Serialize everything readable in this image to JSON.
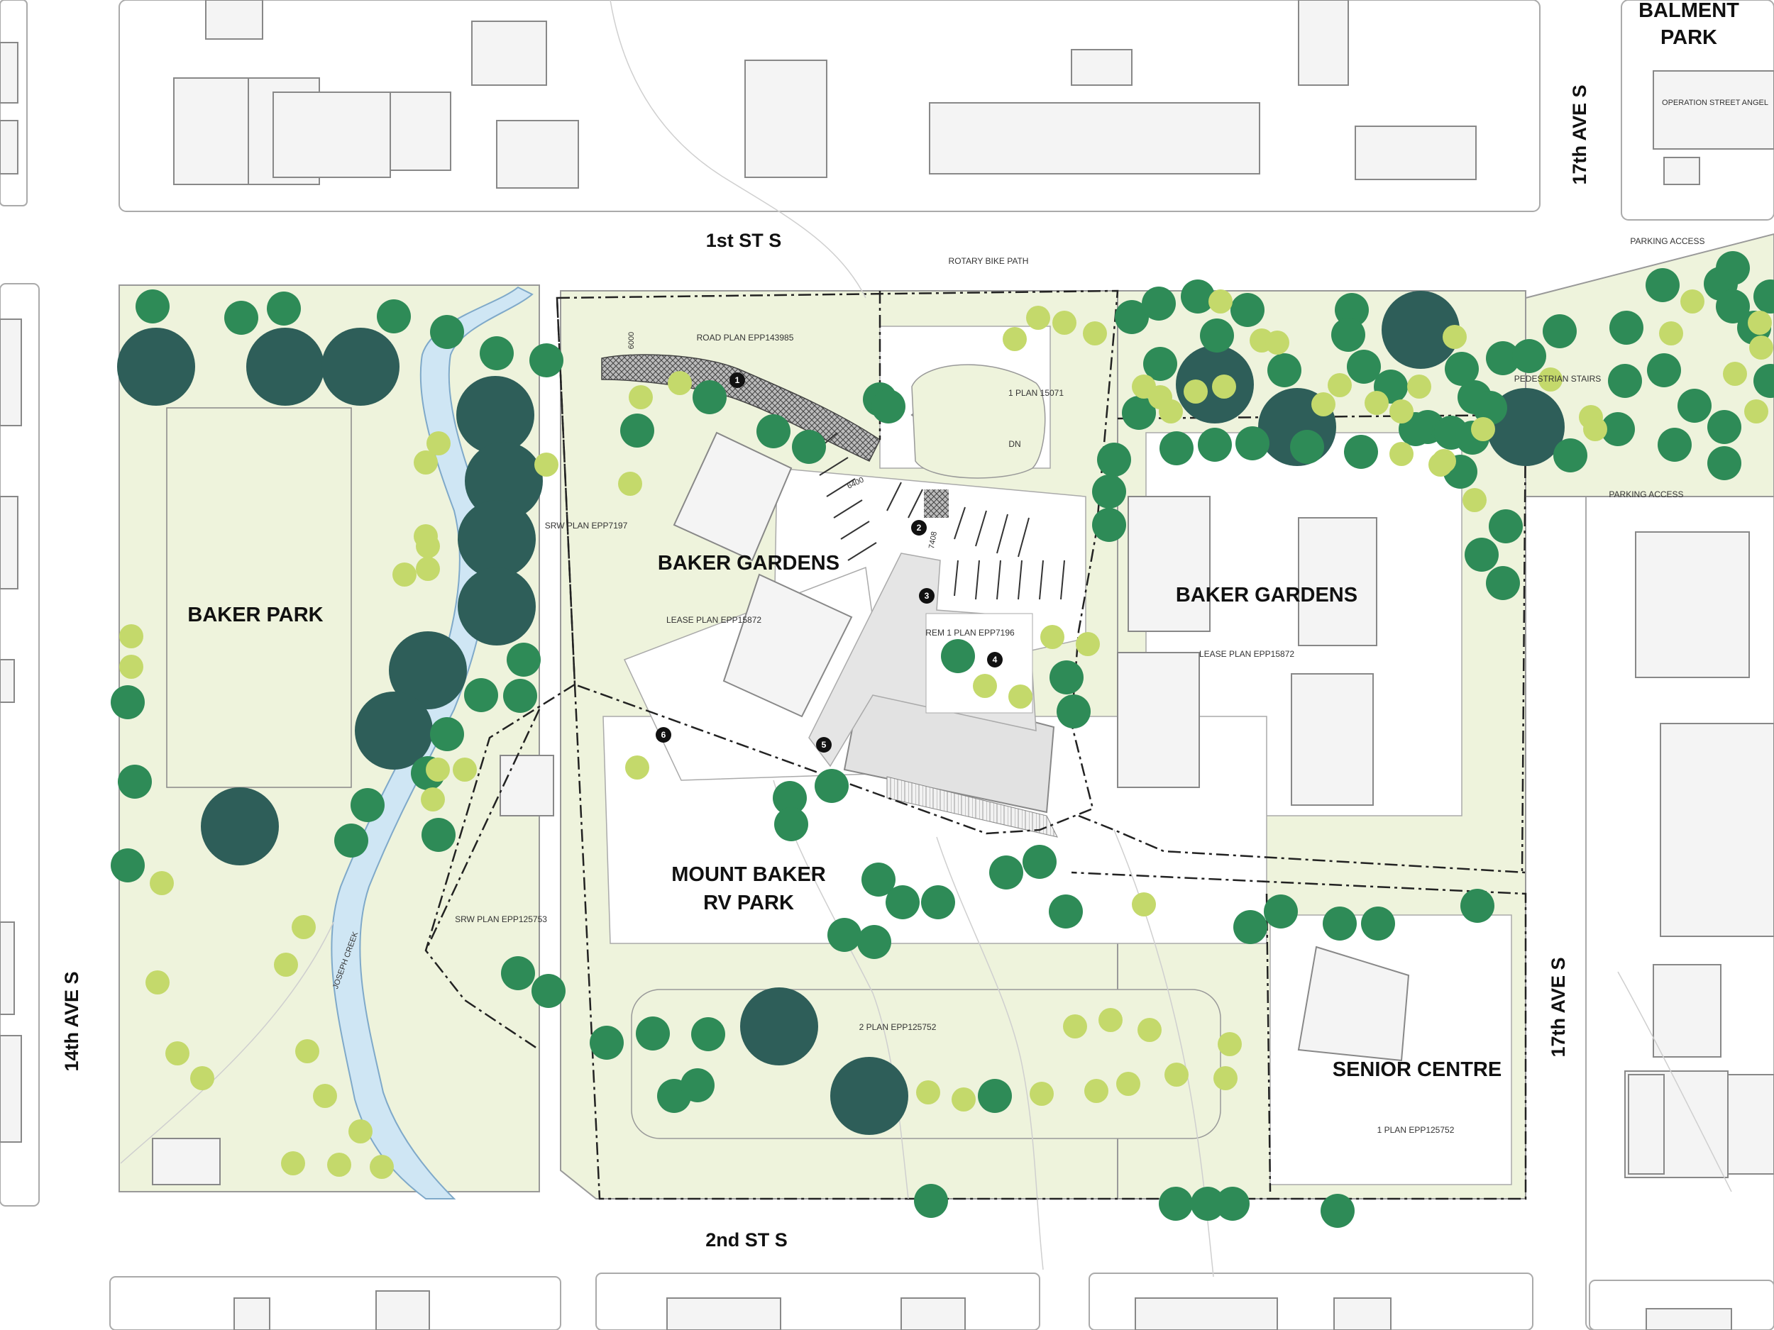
{
  "streets": {
    "first_st": "1st ST S",
    "second_st": "2nd ST S",
    "ave_14": "14th AVE S",
    "ave_17_top": "17th AVE S",
    "ave_17_bottom": "17th AVE S"
  },
  "areas": {
    "baker_park": "BAKER PARK",
    "baker_gardens_west": "BAKER GARDENS",
    "baker_gardens_east": "BAKER GARDENS",
    "rv_park_line1": "MOUNT BAKER",
    "rv_park_line2": "RV PARK",
    "senior_centre": "SENIOR CENTRE",
    "balment_park_line1": "BALMENT",
    "balment_park_line2": "PARK"
  },
  "annotations": {
    "rotary_bike_path": "ROTARY BIKE PATH",
    "parking_access_top": "PARKING ACCESS",
    "parking_access_mid": "PARKING ACCESS",
    "pedestrian_stairs": "PEDESTRIAN STAIRS",
    "operation_street_angel": "OPERATION STREET ANGEL",
    "joseph_creek": "JOSEPH CREEK",
    "dn": "DN",
    "dim_6000": "6000",
    "dim_6400": "6400",
    "dim_7408": "7408"
  },
  "parcels": {
    "road_plan": "ROAD PLAN EPP143985",
    "plan_15071": "1 PLAN 15071",
    "srw_7197": "SRW PLAN EPP7197",
    "lease_west": "LEASE PLAN EPP15872",
    "lease_east": "LEASE PLAN EPP15872",
    "rem_plan": "REM 1 PLAN EPP7196",
    "srw_125753": "SRW PLAN EPP125753",
    "plan_125752_2": "2 PLAN EPP125752",
    "plan_125752_1": "1 PLAN EPP125752"
  },
  "markers": [
    "1",
    "2",
    "3",
    "4",
    "5",
    "6"
  ],
  "colors": {
    "park_fill": "#eef3dc",
    "creek": "#cfe6f4",
    "tree_dark": "#2e5e59",
    "tree_mid": "#2e8b57",
    "tree_light": "#c4d96b",
    "building_line": "#888888"
  }
}
